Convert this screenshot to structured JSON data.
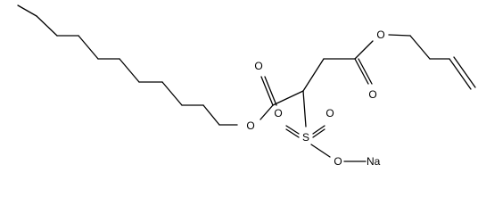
{
  "molecule": {
    "atoms": {
      "ester_oxygen_left": "O",
      "carbonyl_oxygen_left": "O",
      "carbonyl_oxygen_right": "O",
      "ester_oxygen_right": "O",
      "sulfur": "S",
      "sulfonyl_oxygen_left": "O",
      "sulfonyl_oxygen_right": "O",
      "sulfonate_oxygen": "O",
      "sodium": "Na"
    }
  }
}
